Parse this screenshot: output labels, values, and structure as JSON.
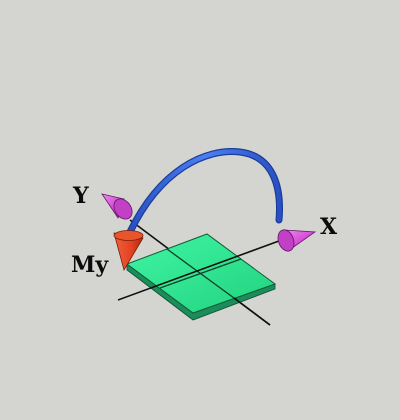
{
  "labels": {
    "y_axis": "Y",
    "x_axis": "X",
    "moment": "My"
  },
  "colors": {
    "background": "#d4d4d0",
    "plate": "#2ee88f",
    "plate_edge": "#1d7a50",
    "axis_line": "#111111",
    "cone_magenta": "#d34bd6",
    "cone_red": "#e34222",
    "arc": "#2f62d8"
  }
}
